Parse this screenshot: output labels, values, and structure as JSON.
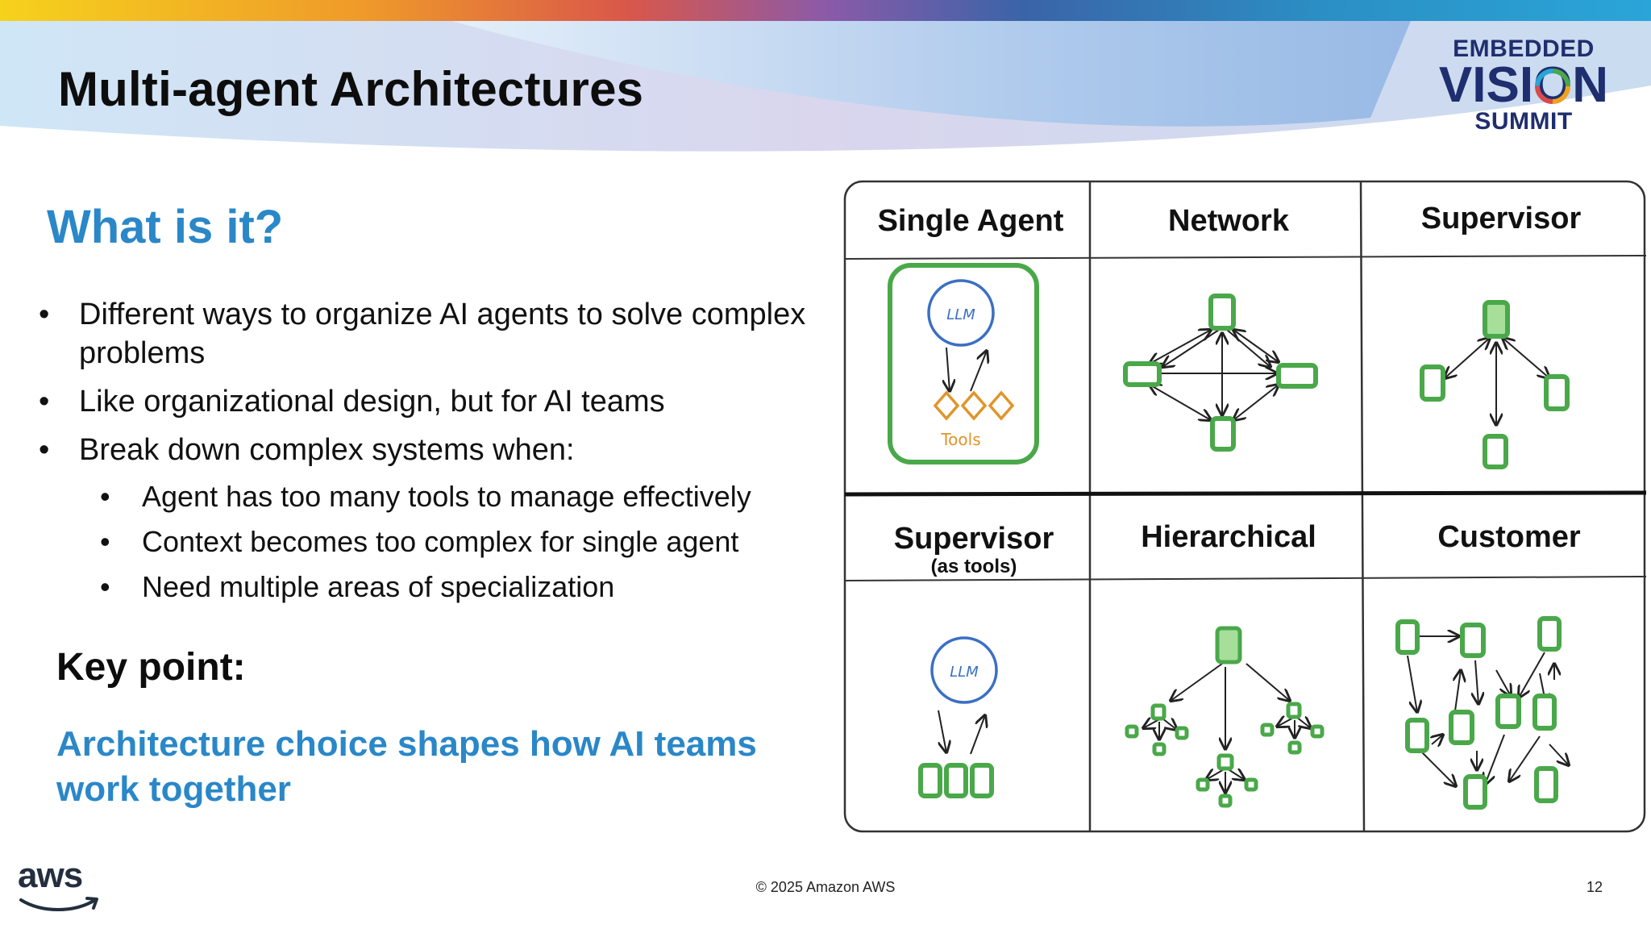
{
  "slide": {
    "title": "Multi-agent Architectures",
    "heading": "What is it?",
    "bullets": [
      "Different ways to organize AI agents to solve complex problems",
      "Like organizational design, but for AI teams",
      "Break down complex systems when:"
    ],
    "sub_bullets": [
      "Agent has too many tools to manage effectively",
      "Context becomes too complex for single agent",
      "Need multiple areas of specialization"
    ],
    "key_heading": "Key point:",
    "key_text": "Architecture choice shapes how AI teams work together"
  },
  "logo": {
    "line1": "EMBEDDED",
    "line2": "VISION",
    "line3": "SUMMIT"
  },
  "diagram": {
    "cells": [
      {
        "title": "Single Agent",
        "subtitle": ""
      },
      {
        "title": "Network",
        "subtitle": ""
      },
      {
        "title": "Supervisor",
        "subtitle": ""
      },
      {
        "title": "Supervisor",
        "subtitle": "(as tools)"
      },
      {
        "title": "Hierarchical",
        "subtitle": ""
      },
      {
        "title": "Customer",
        "subtitle": ""
      }
    ],
    "llm_label": "LLM",
    "tools_label": "Tools"
  },
  "footer": {
    "copyright": "© 2025 Amazon AWS",
    "page": "12",
    "brand": "aws"
  },
  "colors": {
    "accent_blue": "#2a87c8",
    "node_green": "#4aa84a",
    "llm_blue": "#3b6fc4",
    "tools_orange": "#e0952a",
    "logo_navy": "#1f2e6e"
  }
}
